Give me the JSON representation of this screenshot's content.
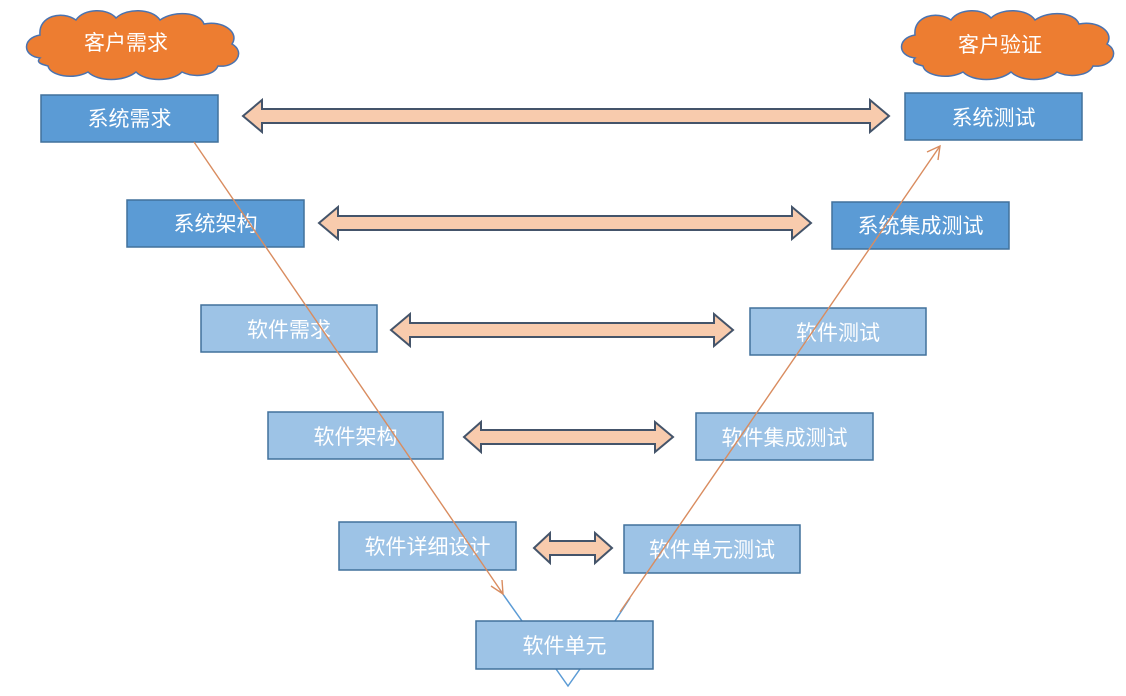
{
  "colors": {
    "dark_box": "#5b9bd5",
    "light_box": "#9dc3e6",
    "box_border": "#41719c",
    "arrow_fill": "#f8cbad",
    "arrow_border": "#44546a",
    "cloud_fill": "#ed7d31",
    "cloud_border": "#4a73b0",
    "v_line": "#d98c5f",
    "v_tip": "#5b9bd5"
  },
  "clouds": {
    "left": "客户需求",
    "right": "客户验证"
  },
  "left_column": [
    "系统需求",
    "系统架构",
    "软件需求",
    "软件架构",
    "软件详细设计"
  ],
  "right_column": [
    "系统测试",
    "系统集成测试",
    "软件测试",
    "软件集成测试",
    "软件单元测试"
  ],
  "bottom": "软件单元"
}
